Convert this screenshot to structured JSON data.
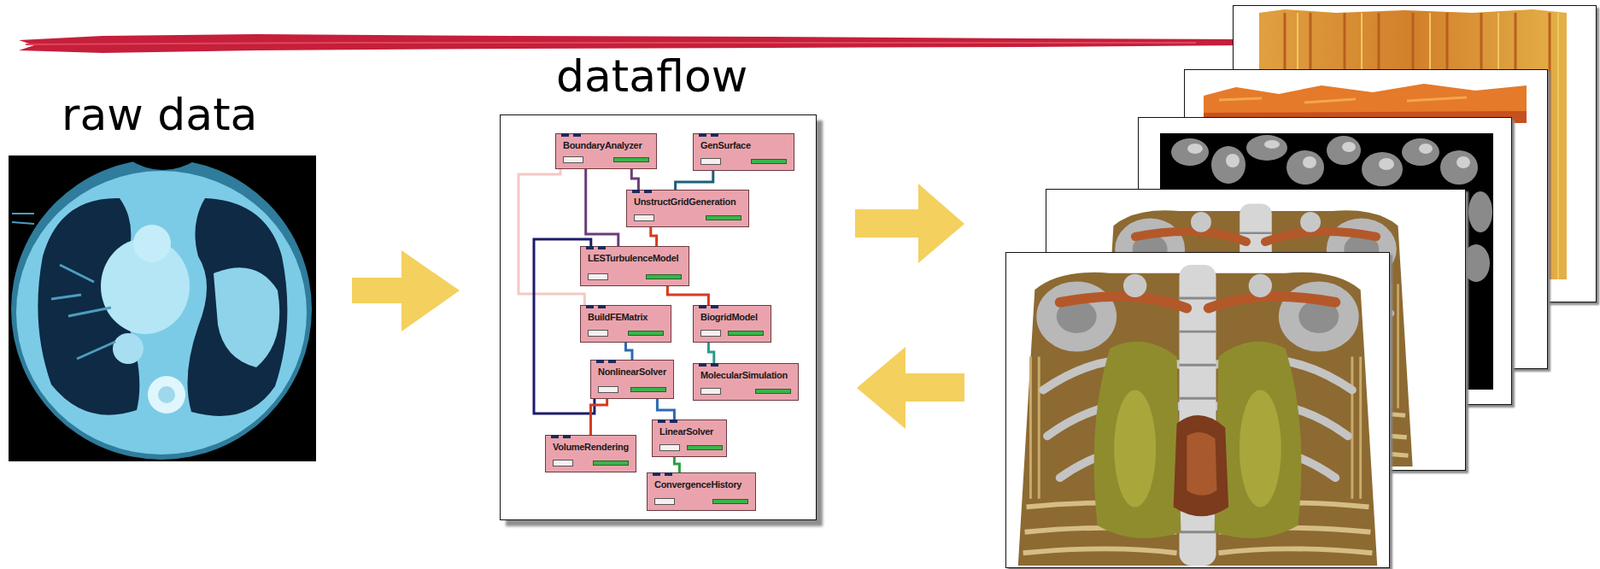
{
  "diagram": {
    "nodes": [
      {
        "text": [
          "dataflow"
        ]
      },
      {
        "text": [
          "BoundaryAnalyzer"
        ],
        "in": 0
      },
      {
        "text": [
          "GenSurface"
        ],
        "in": 0
      },
      {
        "text": [
          "UnstructGridGeneration"
        ],
        "in": 0
      },
      {
        "text": [
          "LESTurbulenceModel"
        ],
        "in": 0
      },
      {
        "text": [
          "BuildFEMatrix"
        ],
        "in": 0
      },
      {
        "text": [
          "BiogridModel"
        ],
        "in": 0
      },
      {
        "text": [
          "NonlinearSolver"
        ],
        "in": 0
      },
      {
        "text": [
          "MolecularSimulation"
        ],
        "in": 0
      },
      {
        "text": [
          "VolumeRendering"
        ],
        "in": 0
      },
      {
        "text": [
          "LinearSolver"
        ],
        "in": 0
      },
      {
        "text": [
          "ConvergenceHistory"
        ],
        "in": 0
      }
    ],
    "edges": [
      {
        "from": 1,
        "to": 3,
        "arrow": "none"
      },
      {
        "from": 1,
        "to": 4,
        "arrow": "none"
      },
      {
        "from": 2,
        "to": 3,
        "arrow": "none"
      },
      {
        "from": 3,
        "to": 4,
        "arrow": "none"
      },
      {
        "from": 1,
        "to": 5,
        "arrow": "none"
      },
      {
        "from": 4,
        "to": 6,
        "arrow": "none"
      },
      {
        "from": 5,
        "to": 7,
        "arrow": "none"
      },
      {
        "from": 6,
        "to": 8,
        "arrow": "none"
      },
      {
        "from": 7,
        "to": 4,
        "arrow": "none"
      },
      {
        "from": 7,
        "to": 9,
        "arrow": "none"
      },
      {
        "from": 7,
        "to": 10,
        "arrow": "none"
      },
      {
        "from": 10,
        "to": 11,
        "arrow": "none"
      }
    ],
    "labels": [
      "raw data"
    ]
  }
}
